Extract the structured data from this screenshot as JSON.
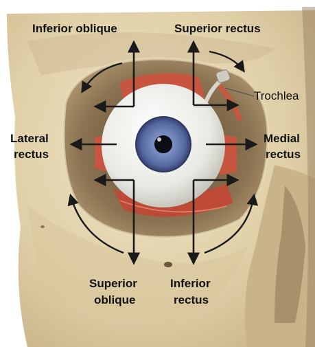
{
  "labels": {
    "inferior_oblique": "Inferior oblique",
    "superior_rectus": "Superior rectus",
    "trochlea": "Trochlea",
    "lateral_rectus_1": "Lateral",
    "lateral_rectus_2": "rectus",
    "medial_rectus_1": "Medial",
    "medial_rectus_2": "rectus",
    "superior_oblique_1": "Superior",
    "superior_oblique_2": "oblique",
    "inferior_rectus_1": "Inferior",
    "inferior_rectus_2": "rectus"
  },
  "colors": {
    "bone": "#e2d3ae",
    "bone_shadow": "#c4b08a",
    "socket_dark": "#7a6448",
    "sclera": "#f2f2ee",
    "iris": "#6277ad",
    "muscle": "#c8553f",
    "arrow": "#1a1a1a"
  }
}
